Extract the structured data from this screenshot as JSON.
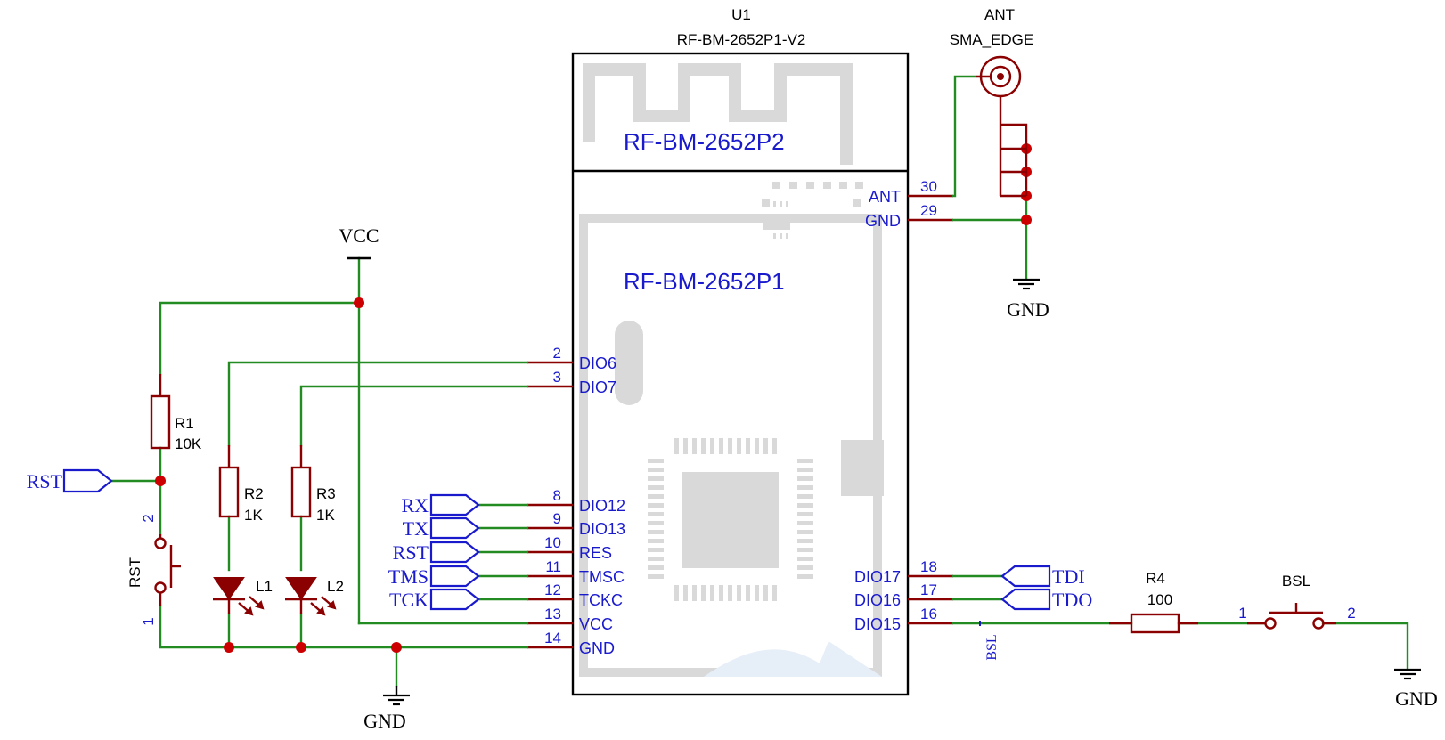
{
  "module": {
    "ref": "U1",
    "part": "RF-BM-2652P1-V2",
    "silk_top": "RF-BM-2652P2",
    "silk_main": "RF-BM-2652P1",
    "left_pins": [
      {
        "num": "2",
        "name": "DIO6"
      },
      {
        "num": "3",
        "name": "DIO7"
      },
      {
        "num": "8",
        "name": "DIO12"
      },
      {
        "num": "9",
        "name": "DIO13"
      },
      {
        "num": "10",
        "name": "RES"
      },
      {
        "num": "11",
        "name": "TMSC"
      },
      {
        "num": "12",
        "name": "TCKC"
      },
      {
        "num": "13",
        "name": "VCC"
      },
      {
        "num": "14",
        "name": "GND"
      }
    ],
    "right_pins": [
      {
        "num": "30",
        "name": "ANT"
      },
      {
        "num": "29",
        "name": "GND"
      },
      {
        "num": "18",
        "name": "DIO17"
      },
      {
        "num": "17",
        "name": "DIO16"
      },
      {
        "num": "16",
        "name": "DIO15"
      }
    ]
  },
  "antenna": {
    "ref": "ANT",
    "part": "SMA_EDGE"
  },
  "power": {
    "vcc": "VCC",
    "gnd": "GND"
  },
  "resistors": [
    {
      "ref": "R1",
      "value": "10K"
    },
    {
      "ref": "R2",
      "value": "1K"
    },
    {
      "ref": "R3",
      "value": "1K"
    },
    {
      "ref": "R4",
      "value": "100"
    }
  ],
  "leds": [
    {
      "ref": "L1"
    },
    {
      "ref": "L2"
    }
  ],
  "switches": [
    {
      "ref": "RST",
      "pin1": "1",
      "pin2": "2"
    },
    {
      "ref": "BSL",
      "pin1": "1",
      "pin2": "2"
    }
  ],
  "net_ports": {
    "rst_left": "RST",
    "rx": "RX",
    "tx": "TX",
    "rst": "RST",
    "tms": "TMS",
    "tck": "TCK",
    "tdi": "TDI",
    "tdo": "TDO"
  },
  "net_labels": {
    "bsl": "BSL"
  },
  "colors": {
    "wire": "#228b22",
    "component": "#8b0000",
    "junction": "#cc0000",
    "label": "#1a1acd"
  }
}
